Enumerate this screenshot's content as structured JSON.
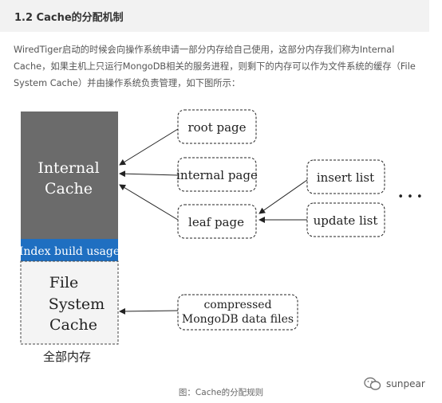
{
  "heading": "1.2 Cache的分配机制",
  "paragraph": "WiredTiger启动的时候会向操作系统申请一部分内存给自己使用，这部分内存我们称为Internal Cache，如果主机上只运行MongoDB相关的服务进程，则剩下的内存可以作为文件系统的缓存（File System Cache）并由操作系统负责管理，如下图所示：",
  "diagram": {
    "internal_cache_line1": "Internal",
    "internal_cache_line2": "Cache",
    "index_build": "Index build usage",
    "fs_line1": "File",
    "fs_line2": "System",
    "fs_line3": "Cache",
    "total_memory": "全部内存",
    "root_page": "root page",
    "internal_page": "internal page",
    "leaf_page": "leaf page",
    "insert_list": "insert list",
    "update_list": "update list",
    "ellipsis": "• • •",
    "compressed_line1": "compressed",
    "compressed_line2": "MongoDB data files"
  },
  "caption": "图：Cache的分配规则",
  "watermark": "sunpear",
  "colors": {
    "internal_cache_bg": "#6b6b6b",
    "index_build_bg": "#1f6fc1",
    "fs_cache_bg": "#f4f4f4"
  }
}
